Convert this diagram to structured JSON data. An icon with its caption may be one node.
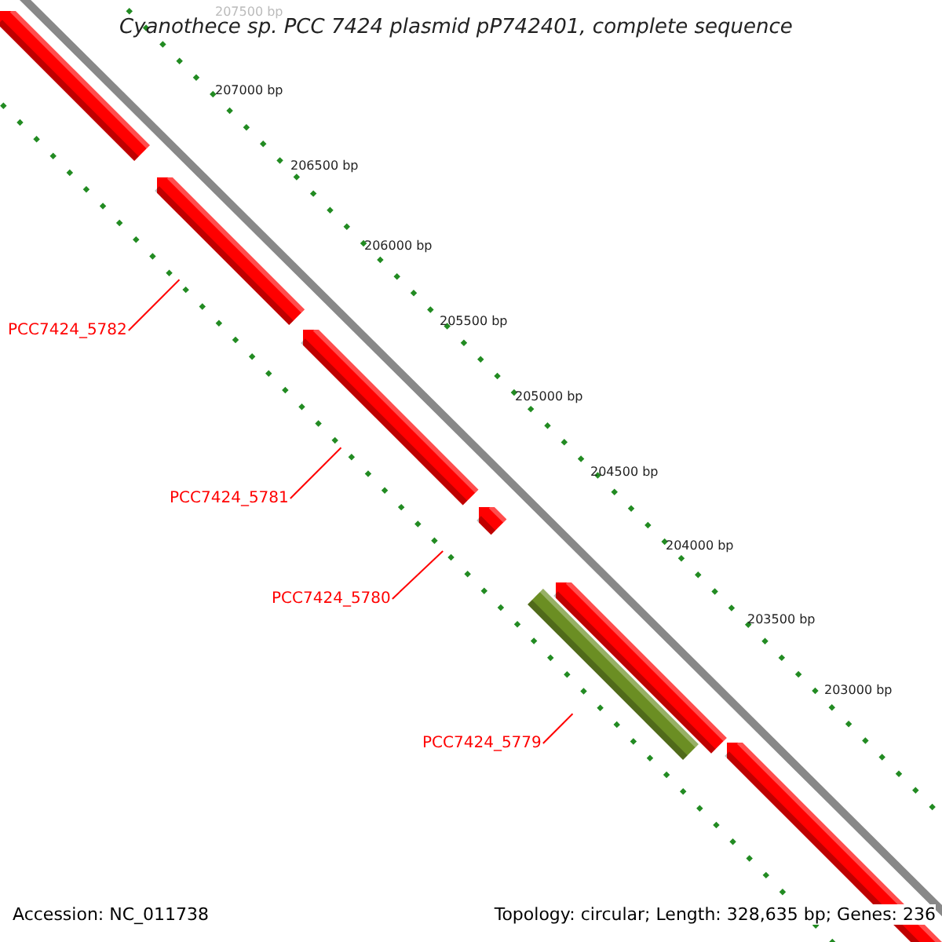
{
  "diagram": {
    "title": "Cyanothece sp. PCC 7424 plasmid pP742401, complete sequence",
    "nodes": [
      {
        "text": [],
        "shape": "bar"
      },
      {
        "text": [],
        "shape": "bar"
      },
      {
        "text": [],
        "shape": "bar"
      },
      {
        "text": [],
        "shape": "bar"
      },
      {
        "text": [],
        "shape": "bar"
      },
      {
        "text": [],
        "shape": "bar"
      },
      {
        "text": [],
        "shape": "bar"
      },
      {
        "text": [
          "PCC7424_5782"
        ]
      },
      {
        "text": [
          "PCC7424_5781"
        ]
      },
      {
        "text": [
          "PCC7424_5780"
        ]
      },
      {
        "text": [
          "PCC7424_5779"
        ]
      }
    ],
    "edges": [
      {
        "from": 7,
        "to": 1,
        "arrow": "none"
      },
      {
        "from": 8,
        "to": 2,
        "arrow": "none"
      },
      {
        "from": 9,
        "to": 3,
        "arrow": "none"
      },
      {
        "from": 10,
        "to": 4,
        "arrow": "none"
      }
    ],
    "labels": [
      "207500 bp",
      "207000 bp",
      "206500 bp",
      "206000 bp",
      "205500 bp",
      "205000 bp",
      "204500 bp",
      "204000 bp",
      "203500 bp",
      "203000 bp",
      "Accession: NC_011738",
      "Topology: circular; Length: 328,635 bp; Genes: 236"
    ]
  }
}
